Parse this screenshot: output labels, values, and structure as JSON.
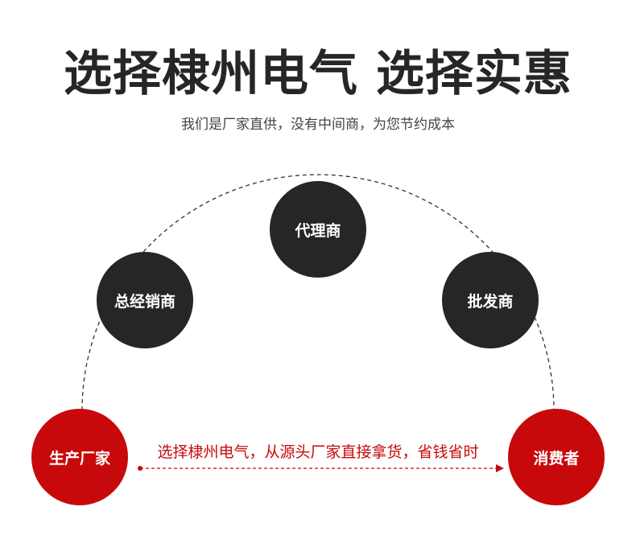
{
  "header": {
    "title": "选择棣州电气 选择实惠",
    "subtitle": "我们是厂家直供，没有中间商，为您节约成本"
  },
  "nodes": {
    "agent": "代理商",
    "general_distributor": "总经销商",
    "wholesaler": "批发商",
    "manufacturer": "生产厂家",
    "consumer": "消费者"
  },
  "direct_note": "选择棣州电气，从源头厂家直接拿货，省钱省时",
  "colors": {
    "dark": "#262626",
    "accent": "#c8090b"
  }
}
